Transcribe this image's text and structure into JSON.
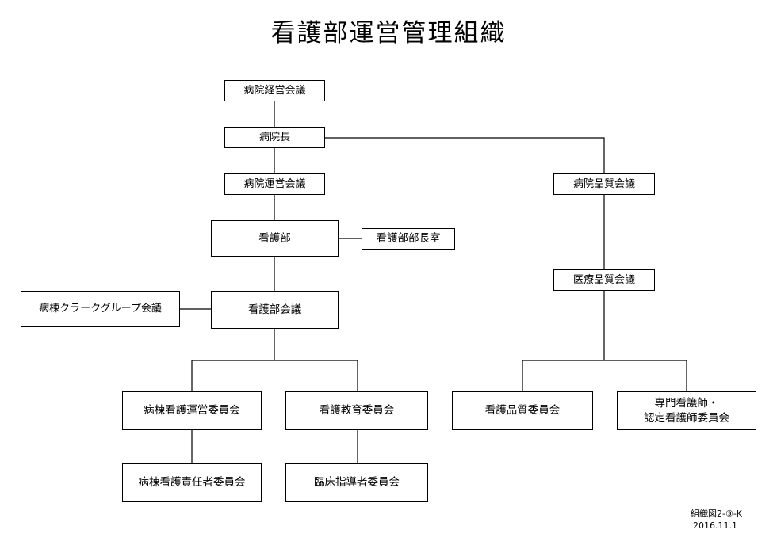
{
  "title": "看護部運営管理組織",
  "nodes": {
    "hospital_management_council": "病院経営会議",
    "hospital_director": "病院長",
    "hospital_operations_council": "病院運営会議",
    "nursing_department": "看護部",
    "nursing_director_office": "看護部部長室",
    "ward_clerk_group_meeting": "病棟クラークグループ会議",
    "nursing_department_meeting": "看護部会議",
    "ward_nursing_operations_committee": "病棟看護運営委員会",
    "nursing_education_committee": "看護教育委員会",
    "ward_nursing_chief_committee": "病棟看護責任者委員会",
    "clinical_instructor_committee": "臨床指導者委員会",
    "hospital_quality_council": "病院品質会議",
    "medical_quality_council": "医療品質会議",
    "nursing_quality_committee": "看護品質委員会",
    "specialist_nurse_committee": "専門看護師・\n認定看護師委員会"
  },
  "footer": {
    "code": "組織図2-③-K",
    "date": "2016.11.1"
  }
}
